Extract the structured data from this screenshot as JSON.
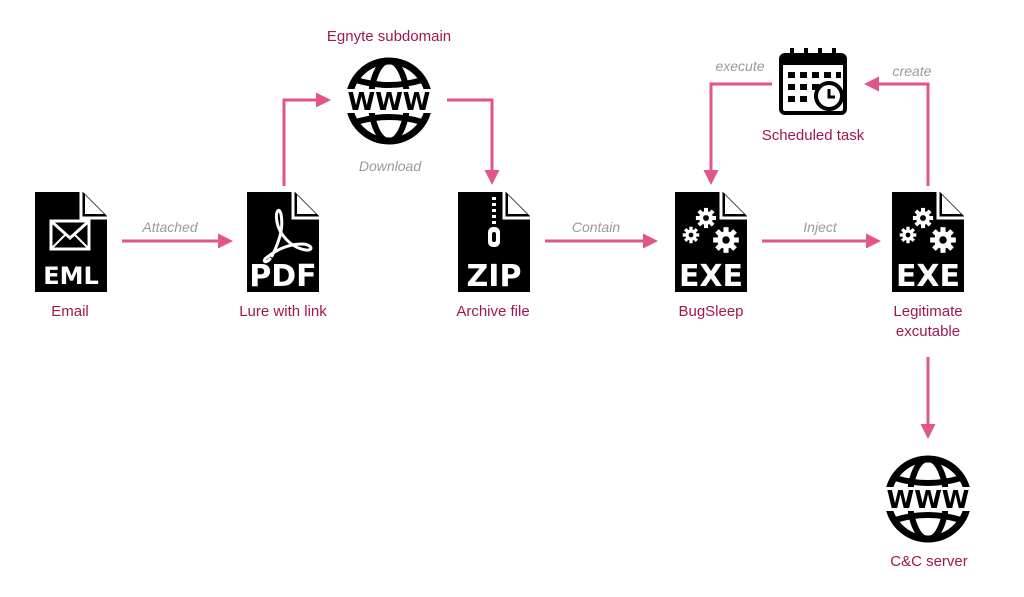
{
  "colors": {
    "arrow": "#e0558a",
    "node_label": "#a0174f",
    "edge_label": "#9a9a9a",
    "icon": "#000000"
  },
  "nodes": {
    "email": {
      "label": "Email",
      "icon": "document-icon",
      "badge": "EML"
    },
    "lure": {
      "label": "Lure with link",
      "icon": "document-icon",
      "badge": "PDF"
    },
    "egnyte": {
      "label": "Egnyte subdomain",
      "icon": "globe-www-icon",
      "badge": "WWW"
    },
    "archive": {
      "label": "Archive file",
      "icon": "document-icon",
      "badge": "ZIP"
    },
    "bugsleep": {
      "label": "BugSleep",
      "icon": "document-icon",
      "badge": "EXE"
    },
    "task": {
      "label": "Scheduled task",
      "icon": "calendar-clock-icon"
    },
    "legit": {
      "label_line1": "Legitimate",
      "label_line2": "excutable",
      "icon": "document-icon",
      "badge": "EXE"
    },
    "cnc": {
      "label": "C&C server",
      "icon": "globe-www-icon",
      "badge": "WWW"
    }
  },
  "edges": {
    "attached": "Attached",
    "download": "Download",
    "contain": "Contain",
    "inject": "Inject",
    "execute": "execute",
    "create": "create"
  }
}
